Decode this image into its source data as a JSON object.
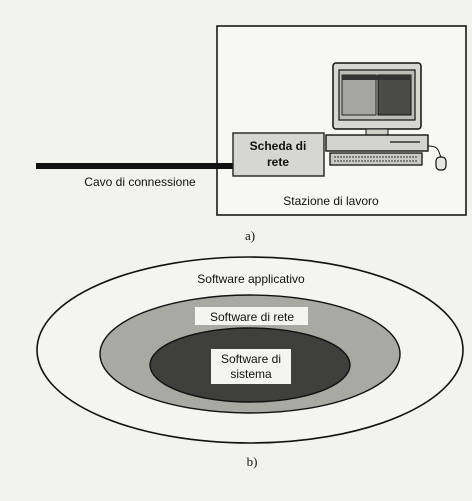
{
  "figure_a": {
    "cable_label": "Cavo di connessione",
    "card_label_line1": "Scheda di",
    "card_label_line2": "rete",
    "workstation_label": "Stazione di lavoro",
    "caption": "a)"
  },
  "figure_b": {
    "outer_label": "Software applicativo",
    "middle_label": "Software di rete",
    "inner_label_line1": "Software di",
    "inner_label_line2": "sistema",
    "caption": "b)"
  }
}
